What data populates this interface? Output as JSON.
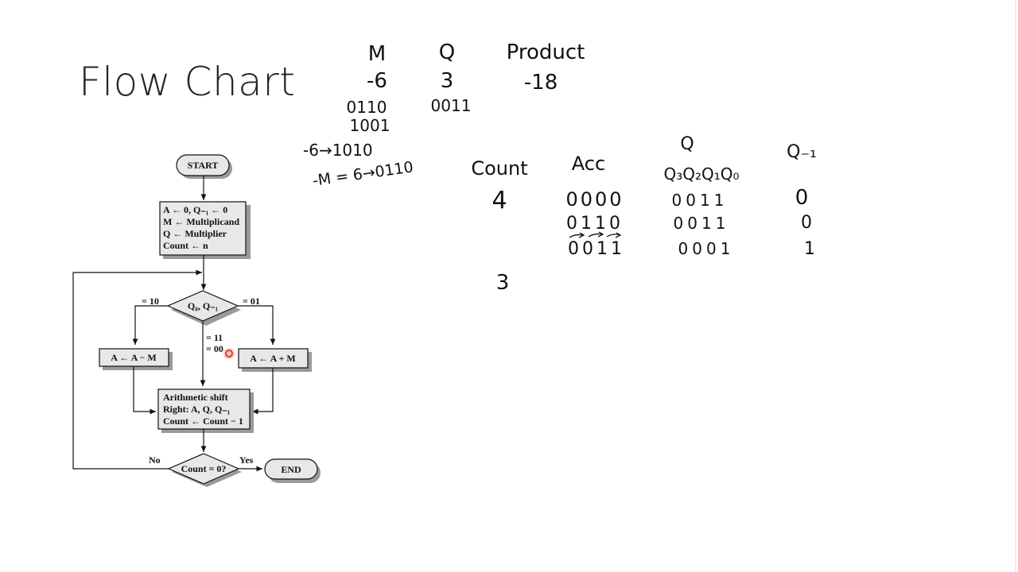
{
  "slide": {
    "title": "Flow Chart"
  },
  "flowchart": {
    "start": "START",
    "init_lines": [
      "A ← 0, Q₋₁ ← 0",
      "M ← Multiplicand",
      "Q ← Multiplier",
      "Count ← n"
    ],
    "decision1": "Q₀, Q₋₁",
    "edge_left": "= 10",
    "edge_right": "= 01",
    "edge_mid_1": "= 11",
    "edge_mid_2": "= 00",
    "subtract_box": "A ← A − M",
    "add_box": "A ← A + M",
    "shift_lines": [
      "Arithmetic shift",
      "Right: A, Q, Q₋₁",
      "Count ← Count − 1"
    ],
    "decision2": "Count = 0?",
    "edge_no": "No",
    "edge_yes": "Yes",
    "end": "END"
  },
  "notes": {
    "header": {
      "m": "M",
      "q": "Q",
      "product": "Product"
    },
    "values": {
      "m": "-6",
      "q": "3",
      "product": "-18"
    },
    "binary": {
      "m": "0110",
      "q": "0011"
    },
    "complement": "1001",
    "neg_six": "-6→1010",
    "neg_m": "-M = 6→0110",
    "table": {
      "q_group": "Q",
      "headers": {
        "count": "Count",
        "acc": "Acc",
        "q_bits": "Q₃Q₂Q₁Q₀",
        "q_minus1": "Q₋₁"
      },
      "count_values": [
        "4",
        "3"
      ],
      "rows": [
        {
          "acc": "0000",
          "q": "0011",
          "q_minus1": "0"
        },
        {
          "acc": "0110",
          "q": "0011",
          "q_minus1": "0"
        },
        {
          "acc": "0011",
          "q": "0001",
          "q_minus1": "1"
        }
      ]
    }
  },
  "colors": {
    "box_fill": "#e8e8e8",
    "shadow": "#9a9a9a",
    "stroke": "#111111",
    "pointer": "#e03c2c"
  }
}
